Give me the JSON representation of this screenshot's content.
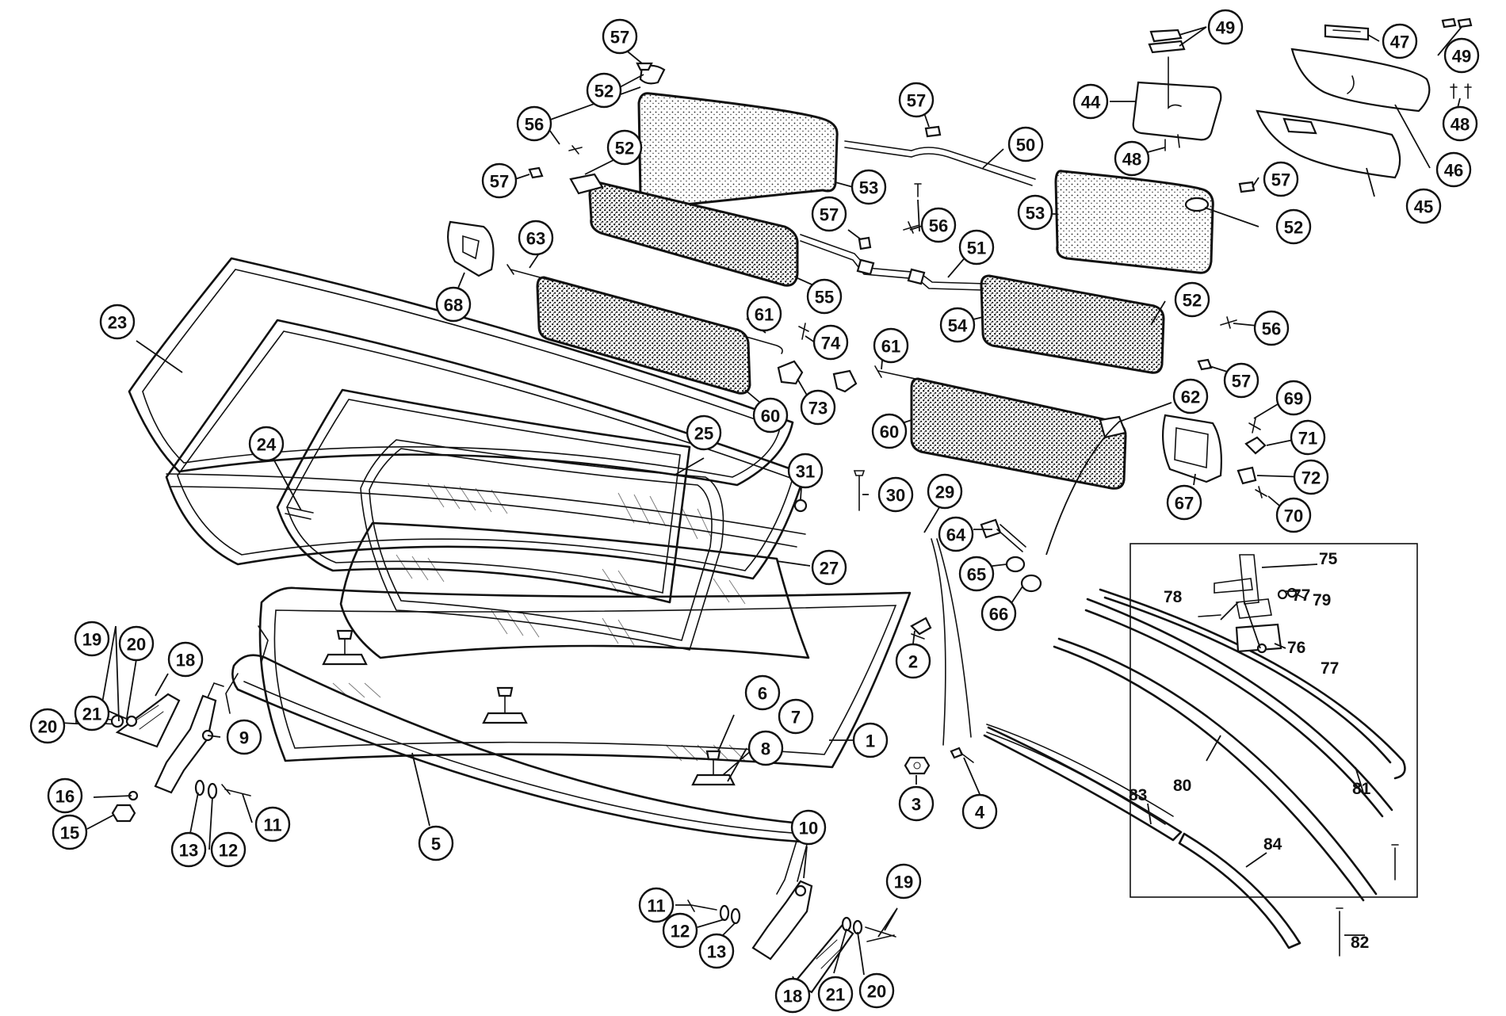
{
  "diagram": {
    "type": "exploded-parts-diagram",
    "callouts": [
      {
        "id": "c1",
        "label": "1"
      },
      {
        "id": "c2",
        "label": "2"
      },
      {
        "id": "c3",
        "label": "3"
      },
      {
        "id": "c4",
        "label": "4"
      },
      {
        "id": "c5",
        "label": "5"
      },
      {
        "id": "c6",
        "label": "6"
      },
      {
        "id": "c7",
        "label": "7"
      },
      {
        "id": "c8",
        "label": "8"
      },
      {
        "id": "c9",
        "label": "9"
      },
      {
        "id": "c10",
        "label": "10"
      },
      {
        "id": "c11a",
        "label": "11"
      },
      {
        "id": "c11b",
        "label": "11"
      },
      {
        "id": "c12a",
        "label": "12"
      },
      {
        "id": "c12b",
        "label": "12"
      },
      {
        "id": "c13a",
        "label": "13"
      },
      {
        "id": "c13b",
        "label": "13"
      },
      {
        "id": "c15",
        "label": "15"
      },
      {
        "id": "c16",
        "label": "16"
      },
      {
        "id": "c18a",
        "label": "18"
      },
      {
        "id": "c18b",
        "label": "18"
      },
      {
        "id": "c19a",
        "label": "19"
      },
      {
        "id": "c19b",
        "label": "19"
      },
      {
        "id": "c20a",
        "label": "20"
      },
      {
        "id": "c20b",
        "label": "20"
      },
      {
        "id": "c20c",
        "label": "20"
      },
      {
        "id": "c21a",
        "label": "21"
      },
      {
        "id": "c21b",
        "label": "21"
      },
      {
        "id": "c23",
        "label": "23"
      },
      {
        "id": "c24",
        "label": "24"
      },
      {
        "id": "c25",
        "label": "25"
      },
      {
        "id": "c27",
        "label": "27"
      },
      {
        "id": "c29",
        "label": "29"
      },
      {
        "id": "c30",
        "label": "30"
      },
      {
        "id": "c31",
        "label": "31"
      },
      {
        "id": "c44",
        "label": "44"
      },
      {
        "id": "c45",
        "label": "45"
      },
      {
        "id": "c46",
        "label": "46"
      },
      {
        "id": "c47",
        "label": "47"
      },
      {
        "id": "c48a",
        "label": "48"
      },
      {
        "id": "c48b",
        "label": "48"
      },
      {
        "id": "c49a",
        "label": "49"
      },
      {
        "id": "c49b",
        "label": "49"
      },
      {
        "id": "c50",
        "label": "50"
      },
      {
        "id": "c51",
        "label": "51"
      },
      {
        "id": "c52a",
        "label": "52"
      },
      {
        "id": "c52b",
        "label": "52"
      },
      {
        "id": "c52c",
        "label": "52"
      },
      {
        "id": "c52d",
        "label": "52"
      },
      {
        "id": "c53a",
        "label": "53"
      },
      {
        "id": "c53b",
        "label": "53"
      },
      {
        "id": "c54",
        "label": "54"
      },
      {
        "id": "c55",
        "label": "55"
      },
      {
        "id": "c56a",
        "label": "56"
      },
      {
        "id": "c56b",
        "label": "56"
      },
      {
        "id": "c56c",
        "label": "56"
      },
      {
        "id": "c57a",
        "label": "57"
      },
      {
        "id": "c57b",
        "label": "57"
      },
      {
        "id": "c57c",
        "label": "57"
      },
      {
        "id": "c57d",
        "label": "57"
      },
      {
        "id": "c57e",
        "label": "57"
      },
      {
        "id": "c57f",
        "label": "57"
      },
      {
        "id": "c60a",
        "label": "60"
      },
      {
        "id": "c60b",
        "label": "60"
      },
      {
        "id": "c61a",
        "label": "61"
      },
      {
        "id": "c61b",
        "label": "61"
      },
      {
        "id": "c62",
        "label": "62"
      },
      {
        "id": "c63",
        "label": "63"
      },
      {
        "id": "c64",
        "label": "64"
      },
      {
        "id": "c65",
        "label": "65"
      },
      {
        "id": "c66",
        "label": "66"
      },
      {
        "id": "c67",
        "label": "67"
      },
      {
        "id": "c68",
        "label": "68"
      },
      {
        "id": "c69",
        "label": "69"
      },
      {
        "id": "c70",
        "label": "70"
      },
      {
        "id": "c71",
        "label": "71"
      },
      {
        "id": "c72",
        "label": "72"
      },
      {
        "id": "c73",
        "label": "73"
      },
      {
        "id": "c74",
        "label": "74"
      }
    ],
    "inset_labels": [
      {
        "id": "l75",
        "label": "75"
      },
      {
        "id": "l76",
        "label": "76"
      },
      {
        "id": "l77a",
        "label": "77"
      },
      {
        "id": "l77b",
        "label": "77"
      },
      {
        "id": "l78",
        "label": "78"
      },
      {
        "id": "l79",
        "label": "79"
      },
      {
        "id": "l80",
        "label": "80"
      },
      {
        "id": "l81",
        "label": "81"
      },
      {
        "id": "l82",
        "label": "82"
      },
      {
        "id": "l83",
        "label": "83"
      },
      {
        "id": "l84",
        "label": "84"
      }
    ]
  }
}
